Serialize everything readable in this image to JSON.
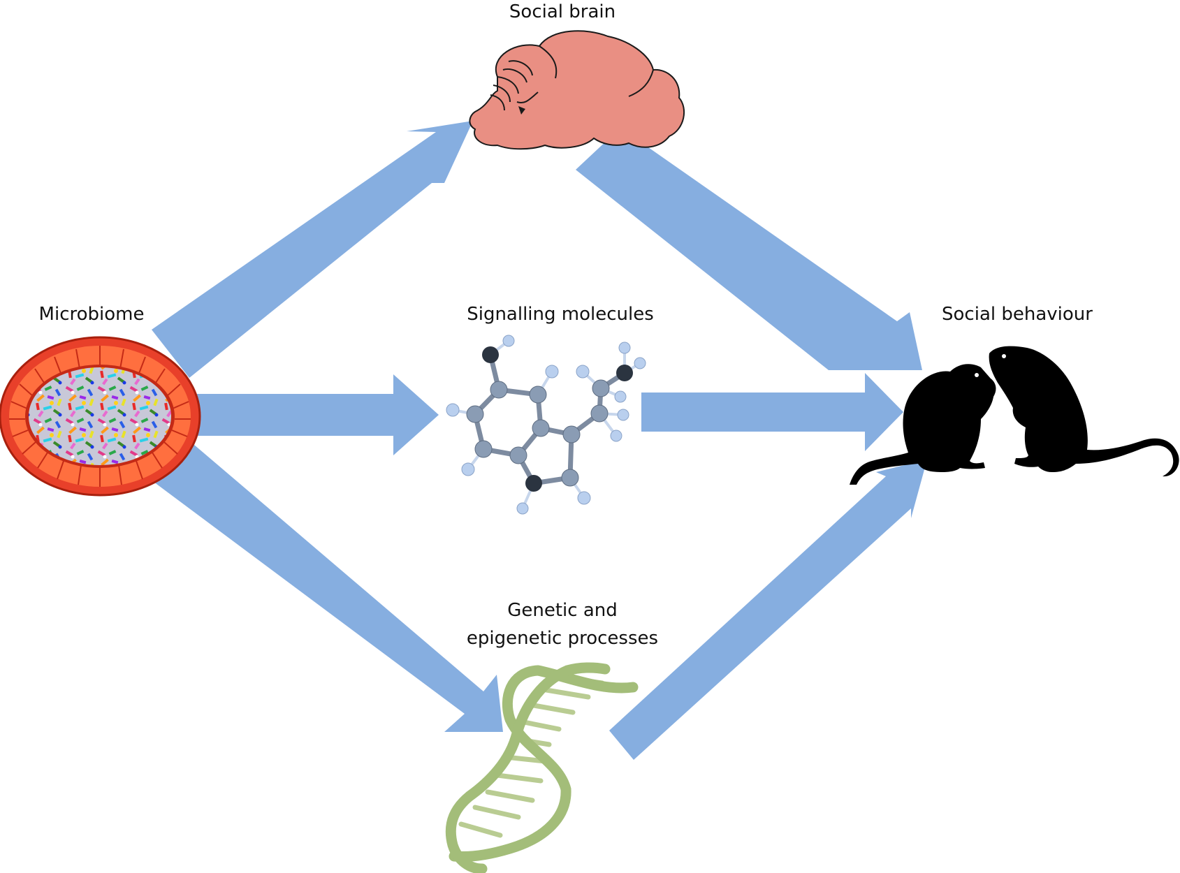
{
  "nodes": {
    "microbiome": {
      "label": "Microbiome"
    },
    "social_brain": {
      "label": "Social brain"
    },
    "signalling_molecules": {
      "label": "Signalling molecules"
    },
    "genetic": {
      "label_line1": "Genetic and",
      "label_line2": "epigenetic processes"
    },
    "social_behaviour": {
      "label": "Social behaviour"
    }
  },
  "colors": {
    "arrow": "#86aee0",
    "brain": "#e98f83",
    "dish_rim": "#e8402a",
    "dish_rim_dark": "#c42a16",
    "dish_segment": "#ff6f3f",
    "dna": "#a3bd79",
    "rat": "#000000",
    "atom_carbon": "#8a9cb4",
    "atom_hydrogen": "#b9cfee",
    "atom_heteroatom": "#2b3440"
  },
  "icons": {
    "microbiome": "petri-dish-icon",
    "brain": "brain-icon",
    "molecule": "molecule-icon",
    "dna": "dna-icon",
    "rats": "rats-icon"
  }
}
